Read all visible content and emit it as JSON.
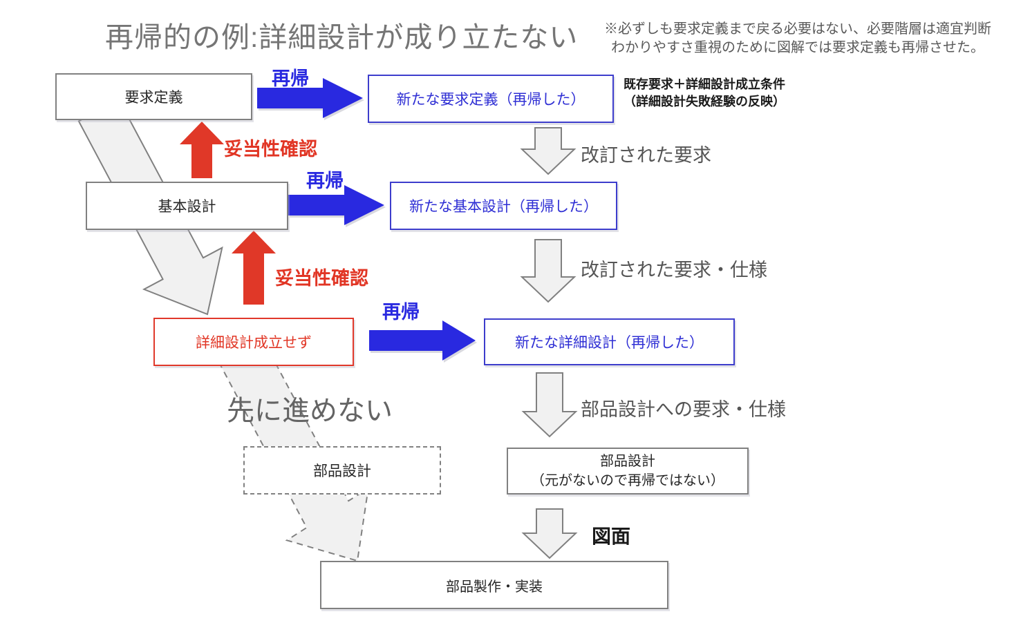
{
  "title": "再帰的の例:詳細設計が成り立たない",
  "note": {
    "line1": "※必ずしも要求定義まで戻る必要はない、必要階層は適宜判断",
    "line2": "わかりやすさ重視のために図解では要求定義も再帰させた。"
  },
  "boxes": {
    "requirements": "要求定義",
    "new_requirements": "新たな要求定義（再帰した）",
    "basic_design": "基本設計",
    "new_basic_design": "新たな基本設計（再帰した）",
    "detail_design_failed": "詳細設計成立せず",
    "new_detail_design": "新たな詳細設計（再帰した）",
    "parts_design_ghost": "部品設計",
    "parts_design": {
      "line1": "部品設計",
      "line2": "（元がないので再帰ではない）"
    },
    "parts_manufacture": "部品製作・実装"
  },
  "labels": {
    "recursion1": "再帰",
    "recursion2": "再帰",
    "recursion3": "再帰",
    "validation1": "妥当性確認",
    "validation2": "妥当性確認",
    "revised_requirements": "改訂された要求",
    "revised_requirements_specs": "改訂された要求・仕様",
    "parts_requirements_specs": "部品設計への要求・仕様",
    "drawings": "図面",
    "cannot_proceed": "先に進めない",
    "side_note_line1": "既存要求＋詳細設計成立条件",
    "side_note_line2": "（詳細設計失敗経験の反映）"
  },
  "colors": {
    "blue_accent": "#2929E0",
    "red_accent": "#E13524",
    "gray_border": "#808080",
    "gray_arrow_fill": "#F1F1F1",
    "title_gray": "#757575",
    "label_gray": "#555555"
  }
}
